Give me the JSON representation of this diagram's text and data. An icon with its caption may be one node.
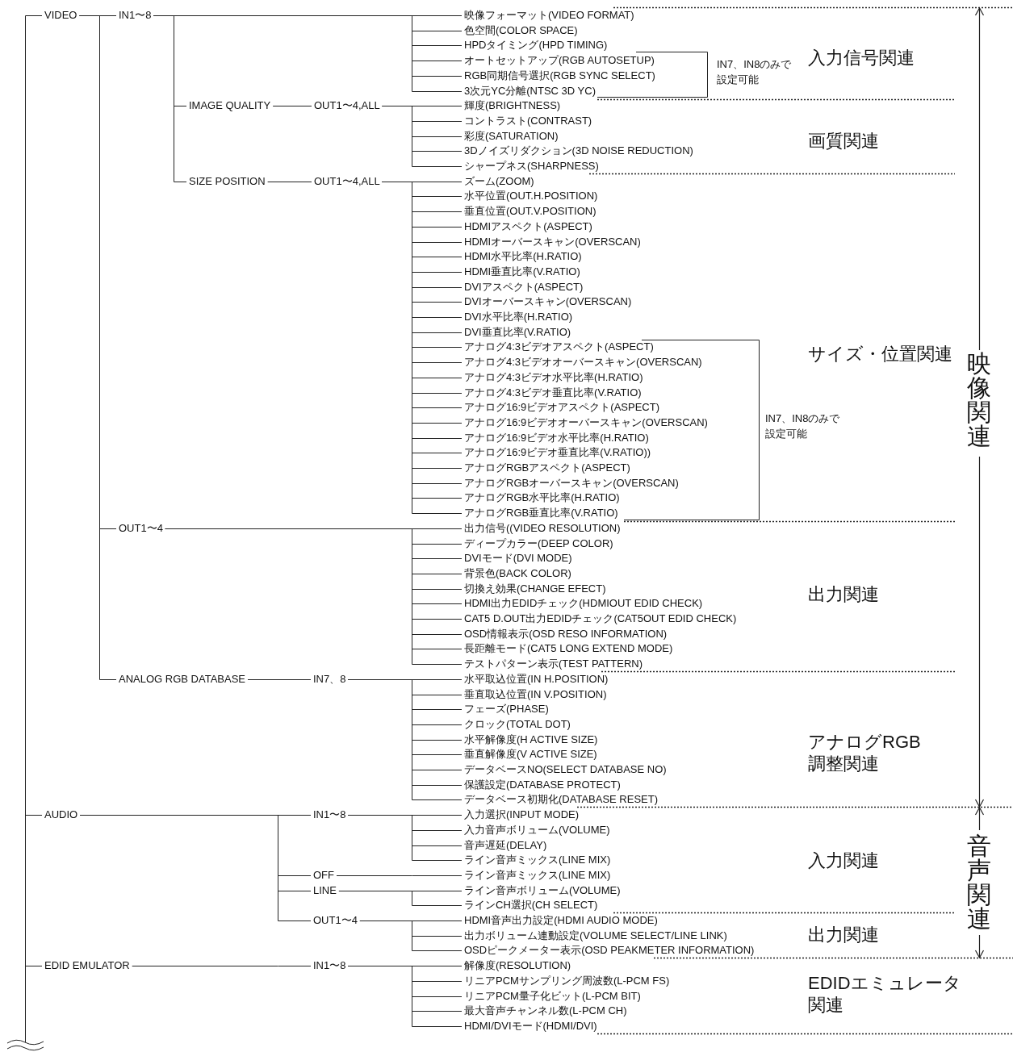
{
  "diagram": {
    "nodes": [
      {
        "text": [
          "VIDEO"
        ]
      },
      {
        "text": [
          "IN1〜8"
        ]
      },
      {
        "text": [
          "映像フォーマット(VIDEO FORMAT)"
        ]
      },
      {
        "text": [
          "色空間(COLOR SPACE)"
        ]
      },
      {
        "text": [
          "HPDタイミング(HPD TIMING)"
        ]
      },
      {
        "text": [
          "オートセットアップ(RGB AUTOSETUP)"
        ]
      },
      {
        "text": [
          "RGB同期信号選択(RGB SYNC SELECT)"
        ]
      },
      {
        "text": [
          "3次元YC分離(NTSC 3D YC)"
        ]
      },
      {
        "text": [
          "IMAGE QUALITY"
        ]
      },
      {
        "text": [
          "OUT1〜4,ALL"
        ]
      },
      {
        "text": [
          "輝度(BRIGHTNESS)"
        ]
      },
      {
        "text": [
          "コントラスト(CONTRAST)"
        ]
      },
      {
        "text": [
          "彩度(SATURATION)"
        ]
      },
      {
        "text": [
          "3Dノイズリダクション(3D NOISE REDUCTION)"
        ]
      },
      {
        "text": [
          "シャープネス(SHARPNESS)"
        ]
      },
      {
        "text": [
          "SIZE POSITION"
        ]
      },
      {
        "text": [
          "OUT1〜4,ALL"
        ]
      },
      {
        "text": [
          "ズーム(ZOOM)"
        ]
      },
      {
        "text": [
          "水平位置(OUT.H.POSITION)"
        ]
      },
      {
        "text": [
          "垂直位置(OUT.V.POSITION)"
        ]
      },
      {
        "text": [
          "HDMIアスペクト(ASPECT)"
        ]
      },
      {
        "text": [
          "HDMIオーバースキャン(OVERSCAN)"
        ]
      },
      {
        "text": [
          "HDMI水平比率(H.RATIO)"
        ]
      },
      {
        "text": [
          "HDMI垂直比率(V.RATIO)"
        ]
      },
      {
        "text": [
          "DVIアスペクト(ASPECT)"
        ]
      },
      {
        "text": [
          "DVIオーバースキャン(OVERSCAN)"
        ]
      },
      {
        "text": [
          "DVI水平比率(H.RATIO)"
        ]
      },
      {
        "text": [
          "DVI垂直比率(V.RATIO)"
        ]
      },
      {
        "text": [
          "アナログ4:3ビデオアスペクト(ASPECT)"
        ]
      },
      {
        "text": [
          "アナログ4:3ビデオオーバースキャン(OVERSCAN)"
        ]
      },
      {
        "text": [
          "アナログ4:3ビデオ水平比率(H.RATIO)"
        ]
      },
      {
        "text": [
          "アナログ4:3ビデオ垂直比率(V.RATIO)"
        ]
      },
      {
        "text": [
          "アナログ16:9ビデオアスペクト(ASPECT)"
        ]
      },
      {
        "text": [
          "アナログ16:9ビデオオーバースキャン(OVERSCAN)"
        ]
      },
      {
        "text": [
          "アナログ16:9ビデオ水平比率(H.RATIO)"
        ]
      },
      {
        "text": [
          "アナログ16:9ビデオ垂直比率(V.RATIO))"
        ]
      },
      {
        "text": [
          "アナログRGBアスペクト(ASPECT)"
        ]
      },
      {
        "text": [
          "アナログRGBオーバースキャン(OVERSCAN)"
        ]
      },
      {
        "text": [
          "アナログRGB水平比率(H.RATIO)"
        ]
      },
      {
        "text": [
          "アナログRGB垂直比率(V.RATIO)"
        ]
      },
      {
        "text": [
          "OUT1〜4"
        ]
      },
      {
        "text": [
          "出力信号((VIDEO RESOLUTION)"
        ]
      },
      {
        "text": [
          "ディープカラー(DEEP COLOR)"
        ]
      },
      {
        "text": [
          "DVIモード(DVI MODE)"
        ]
      },
      {
        "text": [
          "背景色(BACK COLOR)"
        ]
      },
      {
        "text": [
          "切換え効果(CHANGE EFECT)"
        ]
      },
      {
        "text": [
          "HDMI出力EDIDチェック(HDMIOUT EDID CHECK)"
        ]
      },
      {
        "text": [
          "CAT5 D.OUT出力EDIDチェック(CAT5OUT EDID CHECK)"
        ]
      },
      {
        "text": [
          "OSD情報表示(OSD RESO INFORMATION)"
        ]
      },
      {
        "text": [
          "長距離モード(CAT5 LONG EXTEND MODE)"
        ]
      },
      {
        "text": [
          "テストパターン表示(TEST PATTERN)"
        ]
      },
      {
        "text": [
          "ANALOG RGB DATABASE"
        ]
      },
      {
        "text": [
          "IN7、8"
        ]
      },
      {
        "text": [
          "水平取込位置(IN H.POSITION)"
        ]
      },
      {
        "text": [
          "垂直取込位置(IN V.POSITION)"
        ]
      },
      {
        "text": [
          "フェーズ(PHASE)"
        ]
      },
      {
        "text": [
          "クロック(TOTAL DOT)"
        ]
      },
      {
        "text": [
          "水平解像度(H ACTIVE SIZE)"
        ]
      },
      {
        "text": [
          "垂直解像度(V ACTIVE SIZE)"
        ]
      },
      {
        "text": [
          "データベースNO(SELECT DATABASE NO)"
        ]
      },
      {
        "text": [
          "保護設定(DATABASE PROTECT)"
        ]
      },
      {
        "text": [
          "データベース初期化(DATABASE RESET)"
        ]
      },
      {
        "text": [
          "AUDIO"
        ]
      },
      {
        "text": [
          "IN1〜8"
        ]
      },
      {
        "text": [
          "入力選択(INPUT MODE)"
        ]
      },
      {
        "text": [
          "入力音声ボリューム(VOLUME)"
        ]
      },
      {
        "text": [
          "音声遅延(DELAY)"
        ]
      },
      {
        "text": [
          "ライン音声ミックス(LINE MIX)"
        ]
      },
      {
        "text": [
          "OFF"
        ]
      },
      {
        "text": [
          "ライン音声ミックス(LINE MIX)"
        ]
      },
      {
        "text": [
          "LINE"
        ]
      },
      {
        "text": [
          "ライン音声ボリューム(VOLUME)"
        ]
      },
      {
        "text": [
          "ラインCH選択(CH SELECT)"
        ]
      },
      {
        "text": [
          "OUT1〜4"
        ]
      },
      {
        "text": [
          "HDMI音声出力設定(HDMI AUDIO MODE)"
        ]
      },
      {
        "text": [
          "出力ボリューム連動設定(VOLUME SELECT/LINE LINK)"
        ]
      },
      {
        "text": [
          "OSDピークメーター表示(OSD PEAKMETER INFORMATION)"
        ]
      },
      {
        "text": [
          "EDID EMULATOR"
        ]
      },
      {
        "text": [
          "IN1〜8"
        ]
      },
      {
        "text": [
          "解像度(RESOLUTION)"
        ]
      },
      {
        "text": [
          "リニアPCMサンプリング周波数(L-PCM FS)"
        ]
      },
      {
        "text": [
          "リニアPCM量子化ビット(L-PCM BIT)"
        ]
      },
      {
        "text": [
          "最大音声チャンネル数(L-PCM CH)"
        ]
      },
      {
        "text": [
          "HDMI/DVIモード(HDMI/DVI)"
        ]
      }
    ],
    "edges": [
      {
        "from": null,
        "to": 0,
        "arrow": "none"
      },
      {
        "from": null,
        "to": 62,
        "arrow": "none"
      },
      {
        "from": null,
        "to": 77,
        "arrow": "none"
      },
      {
        "from": 0,
        "to": 1,
        "arrow": "none"
      },
      {
        "from": 0,
        "to": 40,
        "arrow": "none"
      },
      {
        "from": 0,
        "to": 51,
        "arrow": "none"
      },
      {
        "from": 1,
        "to": 2,
        "arrow": "none"
      },
      {
        "from": 1,
        "to": 3,
        "arrow": "none"
      },
      {
        "from": 1,
        "to": 4,
        "arrow": "none"
      },
      {
        "from": 1,
        "to": 5,
        "arrow": "none"
      },
      {
        "from": 1,
        "to": 6,
        "arrow": "none"
      },
      {
        "from": 1,
        "to": 7,
        "arrow": "none"
      },
      {
        "from": 1,
        "to": 8,
        "arrow": "none"
      },
      {
        "from": 1,
        "to": 15,
        "arrow": "none"
      },
      {
        "from": 8,
        "to": 9,
        "arrow": "none"
      },
      {
        "from": 9,
        "to": 10,
        "arrow": "none"
      },
      {
        "from": 9,
        "to": 11,
        "arrow": "none"
      },
      {
        "from": 9,
        "to": 12,
        "arrow": "none"
      },
      {
        "from": 9,
        "to": 13,
        "arrow": "none"
      },
      {
        "from": 9,
        "to": 14,
        "arrow": "none"
      },
      {
        "from": 15,
        "to": 16,
        "arrow": "none"
      },
      {
        "from": 16,
        "to": 17,
        "arrow": "none"
      },
      {
        "from": 16,
        "to": 18,
        "arrow": "none"
      },
      {
        "from": 16,
        "to": 19,
        "arrow": "none"
      },
      {
        "from": 16,
        "to": 20,
        "arrow": "none"
      },
      {
        "from": 16,
        "to": 21,
        "arrow": "none"
      },
      {
        "from": 16,
        "to": 22,
        "arrow": "none"
      },
      {
        "from": 16,
        "to": 23,
        "arrow": "none"
      },
      {
        "from": 16,
        "to": 24,
        "arrow": "none"
      },
      {
        "from": 16,
        "to": 25,
        "arrow": "none"
      },
      {
        "from": 16,
        "to": 26,
        "arrow": "none"
      },
      {
        "from": 16,
        "to": 27,
        "arrow": "none"
      },
      {
        "from": 16,
        "to": 28,
        "arrow": "none"
      },
      {
        "from": 16,
        "to": 29,
        "arrow": "none"
      },
      {
        "from": 16,
        "to": 30,
        "arrow": "none"
      },
      {
        "from": 16,
        "to": 31,
        "arrow": "none"
      },
      {
        "from": 16,
        "to": 32,
        "arrow": "none"
      },
      {
        "from": 16,
        "to": 33,
        "arrow": "none"
      },
      {
        "from": 16,
        "to": 34,
        "arrow": "none"
      },
      {
        "from": 16,
        "to": 35,
        "arrow": "none"
      },
      {
        "from": 16,
        "to": 36,
        "arrow": "none"
      },
      {
        "from": 16,
        "to": 37,
        "arrow": "none"
      },
      {
        "from": 16,
        "to": 38,
        "arrow": "none"
      },
      {
        "from": 16,
        "to": 39,
        "arrow": "none"
      },
      {
        "from": 40,
        "to": 41,
        "arrow": "none"
      },
      {
        "from": 40,
        "to": 42,
        "arrow": "none"
      },
      {
        "from": 40,
        "to": 43,
        "arrow": "none"
      },
      {
        "from": 40,
        "to": 44,
        "arrow": "none"
      },
      {
        "from": 40,
        "to": 45,
        "arrow": "none"
      },
      {
        "from": 40,
        "to": 46,
        "arrow": "none"
      },
      {
        "from": 40,
        "to": 47,
        "arrow": "none"
      },
      {
        "from": 40,
        "to": 48,
        "arrow": "none"
      },
      {
        "from": 40,
        "to": 49,
        "arrow": "none"
      },
      {
        "from": 40,
        "to": 50,
        "arrow": "none"
      },
      {
        "from": 51,
        "to": 52,
        "arrow": "none"
      },
      {
        "from": 52,
        "to": 53,
        "arrow": "none"
      },
      {
        "from": 52,
        "to": 54,
        "arrow": "none"
      },
      {
        "from": 52,
        "to": 55,
        "arrow": "none"
      },
      {
        "from": 52,
        "to": 56,
        "arrow": "none"
      },
      {
        "from": 52,
        "to": 57,
        "arrow": "none"
      },
      {
        "from": 52,
        "to": 58,
        "arrow": "none"
      },
      {
        "from": 52,
        "to": 59,
        "arrow": "none"
      },
      {
        "from": 52,
        "to": 60,
        "arrow": "none"
      },
      {
        "from": 52,
        "to": 61,
        "arrow": "none"
      },
      {
        "from": 62,
        "to": 63,
        "arrow": "none"
      },
      {
        "from": 62,
        "to": 68,
        "arrow": "none"
      },
      {
        "from": 62,
        "to": 70,
        "arrow": "none"
      },
      {
        "from": 62,
        "to": 73,
        "arrow": "none"
      },
      {
        "from": 63,
        "to": 64,
        "arrow": "none"
      },
      {
        "from": 63,
        "to": 65,
        "arrow": "none"
      },
      {
        "from": 63,
        "to": 66,
        "arrow": "none"
      },
      {
        "from": 63,
        "to": 67,
        "arrow": "none"
      },
      {
        "from": 68,
        "to": 69,
        "arrow": "none"
      },
      {
        "from": 70,
        "to": 71,
        "arrow": "none"
      },
      {
        "from": 70,
        "to": 72,
        "arrow": "none"
      },
      {
        "from": 73,
        "to": 74,
        "arrow": "none"
      },
      {
        "from": 73,
        "to": 75,
        "arrow": "none"
      },
      {
        "from": 73,
        "to": 76,
        "arrow": "none"
      },
      {
        "from": 77,
        "to": 78,
        "arrow": "none"
      },
      {
        "from": 78,
        "to": 79,
        "arrow": "none"
      },
      {
        "from": 78,
        "to": 80,
        "arrow": "none"
      },
      {
        "from": 78,
        "to": 81,
        "arrow": "none"
      },
      {
        "from": 78,
        "to": 82,
        "arrow": "none"
      },
      {
        "from": 78,
        "to": 83,
        "arrow": "none"
      }
    ],
    "labels": [
      "IN7、IN8のみで設定可能",
      "入力信号関連",
      "画質関連",
      "サイズ・位置関連",
      "IN7、IN8のみで設定可能",
      "映像関連",
      "出力関連",
      "アナログRGB調整関連",
      "入力関連",
      "音声関連",
      "出力関連",
      "EDIDエミュレータ関連"
    ]
  }
}
